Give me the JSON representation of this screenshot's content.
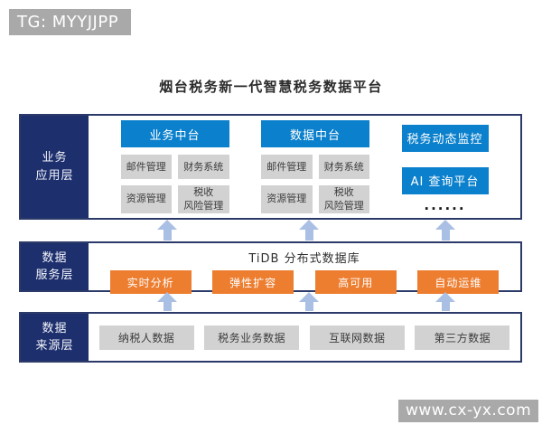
{
  "badge": {
    "text": "TG: MYYJJPP"
  },
  "title": "烟台税务新一代智慧税务数据平台",
  "watermark": {
    "text": "www.cx-yx.com"
  },
  "colors": {
    "navy": "#1d2f6d",
    "blue": "#0b80cc",
    "orange": "#ed7d2f",
    "gray_box": "#d2d2d2",
    "arrow": "#a9bfe3",
    "badge_gray": "#a9a9a9",
    "border": "#2c3a6a"
  },
  "app_layer": {
    "label": "业务\n应用层",
    "groups": [
      {
        "header": "业务中台",
        "items": [
          "邮件管理",
          "财务系统",
          "资源管理",
          "税收\n风险管理"
        ]
      },
      {
        "header": "数据中台",
        "items": [
          "邮件管理",
          "财务系统",
          "资源管理",
          "税收\n风险管理"
        ]
      }
    ],
    "monitor_group": {
      "boxes": [
        "税务动态监控",
        "AI 查询平台"
      ],
      "ellipsis": "......"
    }
  },
  "service_layer": {
    "label": "数据\n服务层",
    "title": "TiDB 分布式数据库",
    "features": [
      "实时分析",
      "弹性扩容",
      "高可用",
      "自动运维"
    ]
  },
  "source_layer": {
    "label": "数据\n来源层",
    "sources": [
      "纳税人数据",
      "税务业务数据",
      "互联网数据",
      "第三方数据"
    ]
  }
}
